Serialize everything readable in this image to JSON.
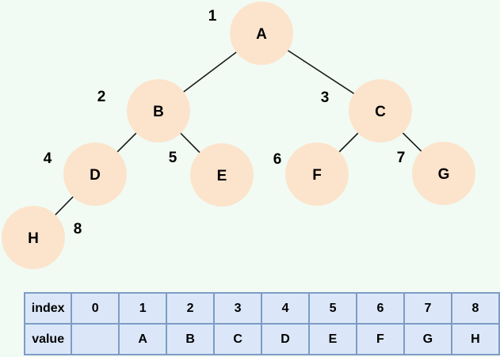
{
  "background_color": "#f1fbf4",
  "tree": {
    "node_fill": "#fce4cc",
    "edge_color": "#1a1a1a",
    "nodes": [
      {
        "label": "A",
        "number": "1"
      },
      {
        "label": "B",
        "number": "2"
      },
      {
        "label": "C",
        "number": "3"
      },
      {
        "label": "D",
        "number": "4"
      },
      {
        "label": "E",
        "number": "5"
      },
      {
        "label": "F",
        "number": "6"
      },
      {
        "label": "G",
        "number": "7"
      },
      {
        "label": "H",
        "number": "8"
      }
    ],
    "edges": [
      [
        "A",
        "B"
      ],
      [
        "A",
        "C"
      ],
      [
        "B",
        "D"
      ],
      [
        "B",
        "E"
      ],
      [
        "C",
        "F"
      ],
      [
        "C",
        "G"
      ],
      [
        "D",
        "H"
      ]
    ]
  },
  "table": {
    "cell_fill": "#dbe7f8",
    "border_color": "#7d9cc6",
    "rows": [
      {
        "cells": [
          "index",
          "0",
          "1",
          "2",
          "3",
          "4",
          "5",
          "6",
          "7",
          "8"
        ]
      },
      {
        "cells": [
          "value",
          "",
          "A",
          "B",
          "C",
          "D",
          "E",
          "F",
          "G",
          "H"
        ]
      }
    ]
  }
}
